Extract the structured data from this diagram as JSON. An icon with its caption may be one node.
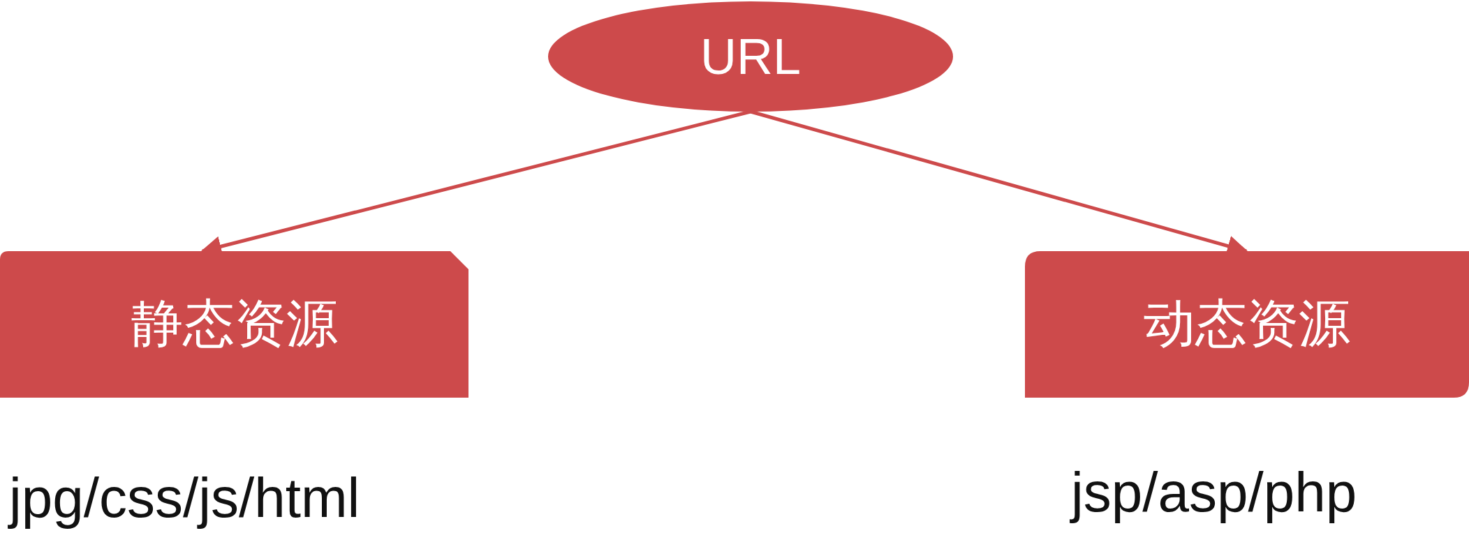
{
  "diagram": {
    "nodes": [
      {
        "text": [
          "URL"
        ]
      },
      {
        "text": [
          "静态资源"
        ],
        "beside": [
          "jpg/css/js/html"
        ]
      },
      {
        "text": [
          "动态资源"
        ],
        "beside": [
          "jsp/asp/php"
        ]
      }
    ],
    "edges": [
      {
        "from": 0,
        "to": 1,
        "arrow": "to"
      },
      {
        "from": 0,
        "to": 2,
        "arrow": "to"
      }
    ]
  }
}
